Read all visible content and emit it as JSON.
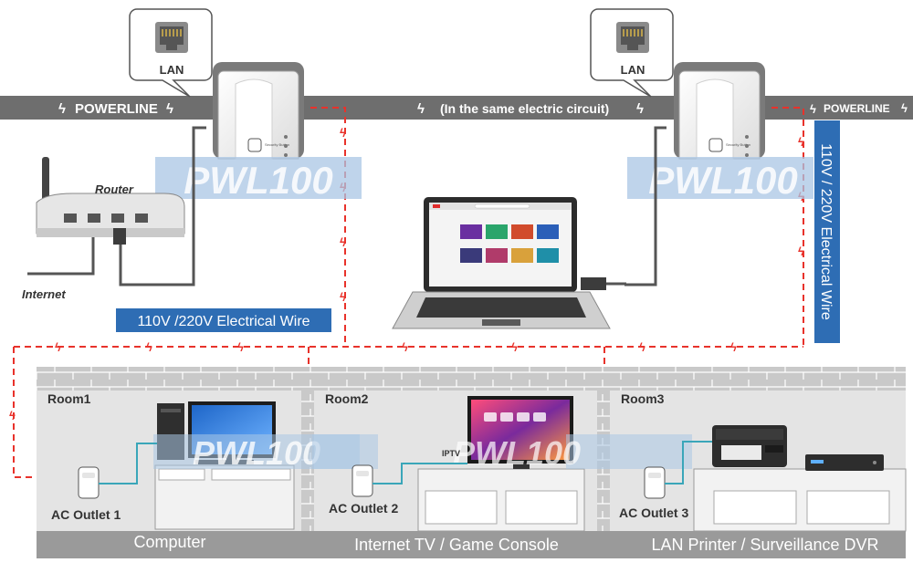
{
  "banner": {
    "left_label": "POWERLINE",
    "center_label": "(In the same electric circuit)",
    "right_label": "POWERLINE"
  },
  "adapters": {
    "left_callout": "LAN",
    "right_callout": "LAN",
    "model_watermark": "PWL100",
    "button_label": "Security Button"
  },
  "labels": {
    "router": "Router",
    "internet": "Internet",
    "wire_left": "110V /220V Electrical Wire",
    "wire_right": "110V / 220V Electrical Wire",
    "iptv": "IPTV"
  },
  "rooms": [
    {
      "name": "Room1",
      "outlet": "AC Outlet 1",
      "device": "Computer"
    },
    {
      "name": "Room2",
      "outlet": "AC Outlet 2",
      "device": "Internet TV / Game Console"
    },
    {
      "name": "Room3",
      "outlet": "AC Outlet 3",
      "device": "LAN Printer / Surveillance DVR"
    }
  ],
  "colors": {
    "banner_gray": "#6e6e6e",
    "wire_red": "#e8322b",
    "label_blue": "#2e6db4",
    "cable_teal": "#3aa6b9",
    "watermark_blue": "#a9c6e4"
  }
}
